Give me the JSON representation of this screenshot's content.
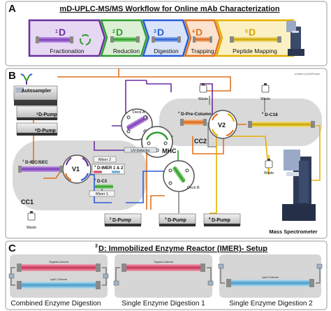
{
  "panel_a": {
    "letter": "A",
    "title": "mD-UPLC-MS/MS Workflow for Online mAb Characterization",
    "dims": [
      {
        "sup": "1",
        "label": "D",
        "name": "Fractionation",
        "color": "#6a2fa0",
        "fill": "#e6d7f3"
      },
      {
        "sup": "2",
        "label": "D",
        "name": "Reduction",
        "color": "#2e9e2e",
        "fill": "#dcf0d6"
      },
      {
        "sup": "3",
        "label": "D",
        "name": "Digestion",
        "color": "#2a5bd6",
        "fill": "#d9e4fb"
      },
      {
        "sup": "4",
        "label": "D",
        "name": "Trapping",
        "color": "#e0721e",
        "fill": "#fbe3cf"
      },
      {
        "sup": "5",
        "label": "D",
        "name": "Peptide Mapping",
        "color": "#e5b000",
        "fill": "#fbf0c4"
      }
    ]
  },
  "panel_b": {
    "letter": "B",
    "credit": "created by BioRender",
    "labels": {
      "autosampler": "Autosampler",
      "pump1": "D-Pump",
      "pump1_sup": "1",
      "pump4": "D-Pump",
      "pump4_sup": "4",
      "deck_a": "Deck A",
      "deck_b": "Deck B",
      "uv": "UV-Detector",
      "mixer2": "Mixer 2",
      "mixer1": "Mixer 1",
      "imer": "D-IMER 1 & 2",
      "imer_sup": "3",
      "c3": "D-C3",
      "c3_sup": "2",
      "iec": "D-IEC/SEC",
      "iec_sup": "1",
      "v1": "V1",
      "v2": "V2",
      "mhc": "MHC",
      "cc1": "CC1",
      "cc2": "CC2",
      "precol": "D-Pre-Column",
      "precol_sup": "4",
      "c18": "D-C18",
      "c18_sup": "5",
      "waste": "Waste",
      "pump2": "D-Pump",
      "pump2_sup": "2",
      "pump3": "D-Pump",
      "pump3_sup": "3",
      "pump5": "D-Pump",
      "pump5_sup": "5",
      "ms": "Mass Spectrometer"
    }
  },
  "panel_c": {
    "letter": "C",
    "title_sup": "3",
    "title": "D: Immobilized Enzyme Reactor (IMER)- Setup",
    "trypsin_label": "Trypsin-Column",
    "lysc_label": "LysC-Column",
    "captions": [
      "Combined Enzyme Digestion",
      "Single Enzyme Digestion 1",
      "Single Enzyme Digestion 2"
    ]
  }
}
